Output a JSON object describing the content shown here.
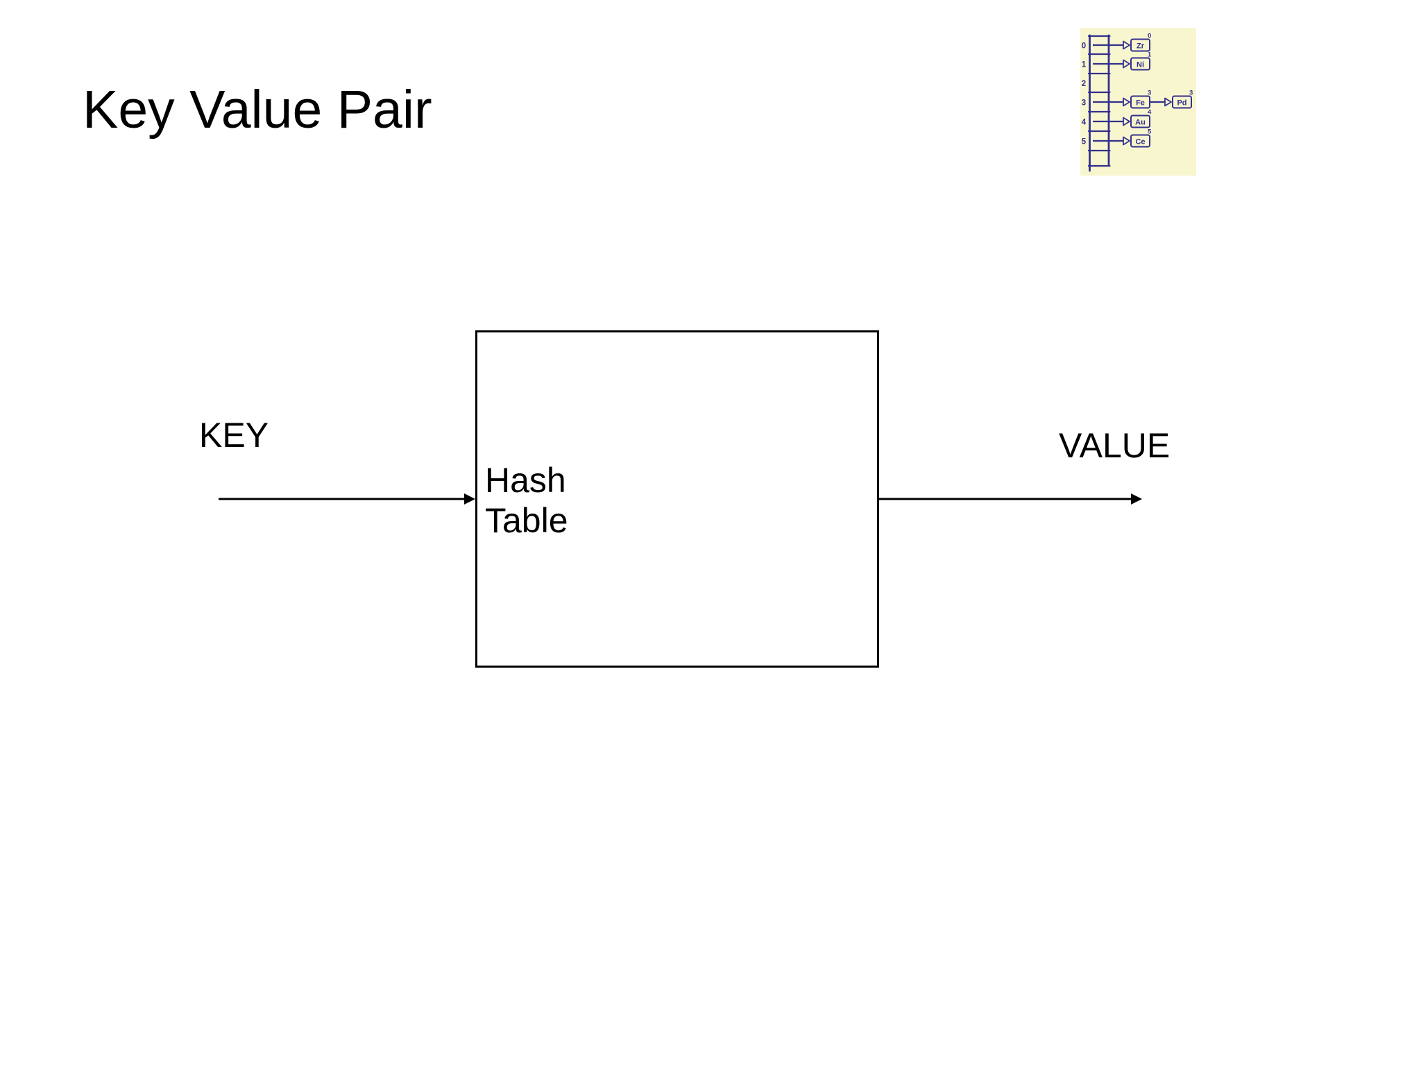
{
  "slide": {
    "title": "Key Value Pair",
    "background_color": "#ffffff",
    "text_color": "#000000"
  },
  "diagram": {
    "input_label": "KEY",
    "output_label": "VALUE",
    "process_box_label": "Hash\nTable"
  },
  "illustration": {
    "background": "#f8f6ce",
    "ink": "#32308e",
    "buckets": [
      {
        "index": "0",
        "chain": [
          {
            "label": "Zr",
            "superscript": "0"
          }
        ]
      },
      {
        "index": "1",
        "chain": [
          {
            "label": "Ni",
            "superscript": "1"
          }
        ]
      },
      {
        "index": "2",
        "chain": []
      },
      {
        "index": "3",
        "chain": [
          {
            "label": "Fe",
            "superscript": "3"
          },
          {
            "label": "Pd",
            "superscript": "3"
          }
        ]
      },
      {
        "index": "4",
        "chain": [
          {
            "label": "Au",
            "superscript": "4"
          }
        ]
      },
      {
        "index": "5",
        "chain": [
          {
            "label": "Ce",
            "superscript": "5"
          }
        ]
      }
    ]
  }
}
